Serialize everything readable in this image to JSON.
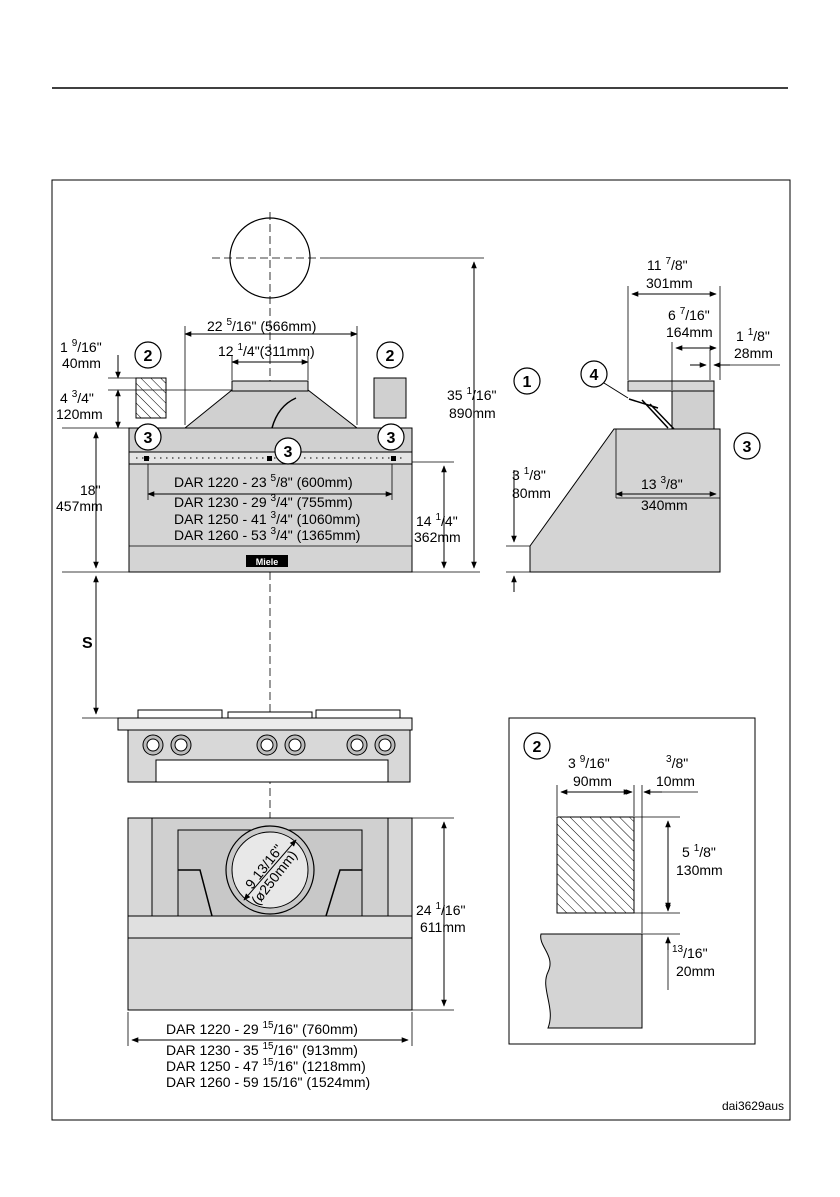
{
  "callouts": {
    "c1": "1",
    "c2": "2",
    "c3": "3",
    "c4": "4"
  },
  "front": {
    "top_width_a": "22 ",
    "top_width_a_frac": "5",
    "top_width_b": "/16\" (566mm)",
    "collar_a": "12 ",
    "collar_a_frac": "1",
    "collar_b": "/4\"(311mm)",
    "d1_a": "1 ",
    "d1_frac": "9",
    "d1_b": "/16\"",
    "d1_mm": "40mm",
    "d2_a": "4 ",
    "d2_frac": "3",
    "d2_b": "/4\"",
    "d2_mm": "120mm",
    "d3_in": "18\"",
    "d3_mm": "457mm",
    "d4_a": "14 ",
    "d4_frac": "1",
    "d4_b": "/4\"",
    "d4_mm": "362mm",
    "d5_a": "35 ",
    "d5_frac": "1",
    "d5_b": "/16\"",
    "d5_mm": "890mm",
    "widths": [
      {
        "a": "DAR 1220 - 23 ",
        "frac": "5",
        "b": "/8\" (600mm)"
      },
      {
        "a": "DAR 1230 - 29 ",
        "frac": "3",
        "b": "/4\" (755mm)"
      },
      {
        "a": "DAR 1250 - 41 ",
        "frac": "3",
        "b": "/4\" (1060mm)"
      },
      {
        "a": "DAR 1260 - 53 ",
        "frac": "3",
        "b": "/4\" (1365mm)"
      }
    ],
    "logo": "Miele",
    "s_label": "S"
  },
  "side": {
    "d1_a": "11 ",
    "d1_frac": "7",
    "d1_b": "/8\"",
    "d1_mm": "301mm",
    "d2_a": "6 ",
    "d2_frac": "7",
    "d2_b": "/16\"",
    "d2_mm": "164mm",
    "d3_a": "1 ",
    "d3_frac": "1",
    "d3_b": "/8\"",
    "d3_mm": "28mm",
    "d4_a": "3 ",
    "d4_frac": "1",
    "d4_b": "/8\"",
    "d4_mm": "80mm",
    "d5_a": "13 ",
    "d5_frac": "3",
    "d5_b": "/8\"",
    "d5_mm": "340mm"
  },
  "bottom": {
    "diam_a": "9 13/16\"",
    "diam_b": "(ø250mm)",
    "d1_a": "24 ",
    "d1_frac": "1",
    "d1_b": "/16\"",
    "d1_mm": "611mm",
    "widths": [
      {
        "a": "DAR 1220 - 29 ",
        "frac": "15",
        "b": "/16\" (760mm)"
      },
      {
        "a": "DAR 1230 - 35 ",
        "frac": "15",
        "b": "/16\" (913mm)"
      },
      {
        "a": "DAR 1250 - 47 ",
        "frac": "15",
        "b": "/16\" (1218mm)"
      },
      {
        "a": "DAR 1260 - 59 15/16\" (1524mm)",
        "frac": "",
        "b": ""
      }
    ]
  },
  "detail": {
    "d1_a": "3 ",
    "d1_frac": "9",
    "d1_b": "/16\"",
    "d1_mm": "90mm",
    "d2_frac": "3",
    "d2_b": "/8\"",
    "d2_mm": "10mm",
    "d3_a": "5 ",
    "d3_frac": "1",
    "d3_b": "/8\"",
    "d3_mm": "130mm",
    "d4_frac": "13",
    "d4_b": "/16\"",
    "d4_mm": "20mm"
  },
  "ref_code": "dai3629aus"
}
